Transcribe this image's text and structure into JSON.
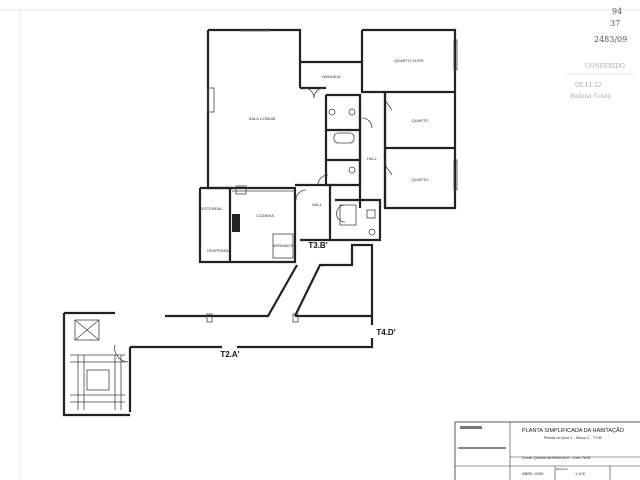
{
  "annotations": {
    "handwritten": [
      "94",
      "37",
      "2483/09"
    ],
    "stamp_lines": [
      "CONFERIDO",
      "08.11.12",
      "Helena Costa"
    ]
  },
  "rooms": {
    "sala_comum": "SALA COMUM",
    "quarto_suite": "QUARTO SUITE",
    "quarto_1": "QUARTO",
    "quarto_2": "QUARTO",
    "hall_1": "HALL",
    "hall_2": "HALL",
    "cozinha": "COZINHA"
  },
  "units": {
    "t3b": "T3.B'",
    "t4d": "T4.D'",
    "t2a": "T2.A'"
  },
  "title_block": {
    "title": "PLANTA SIMPLIFICADA DA HABITAÇÃO",
    "subtitle": "Planta do piso 1 - Bloco 2 - T3.B'",
    "location": "Local: Quinta da Beloura II - Lote 7A/8",
    "date": "ABRIL 2005",
    "scale_label": "ESCALA",
    "scale": "1:100"
  }
}
